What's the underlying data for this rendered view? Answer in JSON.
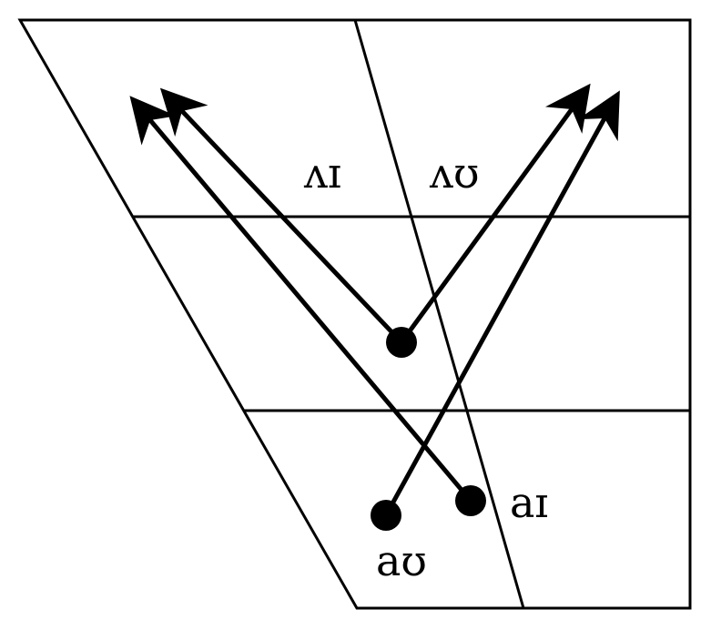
{
  "diagram": {
    "labels": {
      "open_central_front": "ʌɪ",
      "open_central_back": "ʌʊ",
      "diphthong_ai": "aɪ",
      "diphthong_au": "aʊ"
    },
    "colors": {
      "stroke": "#000000",
      "background": "#ffffff"
    }
  }
}
